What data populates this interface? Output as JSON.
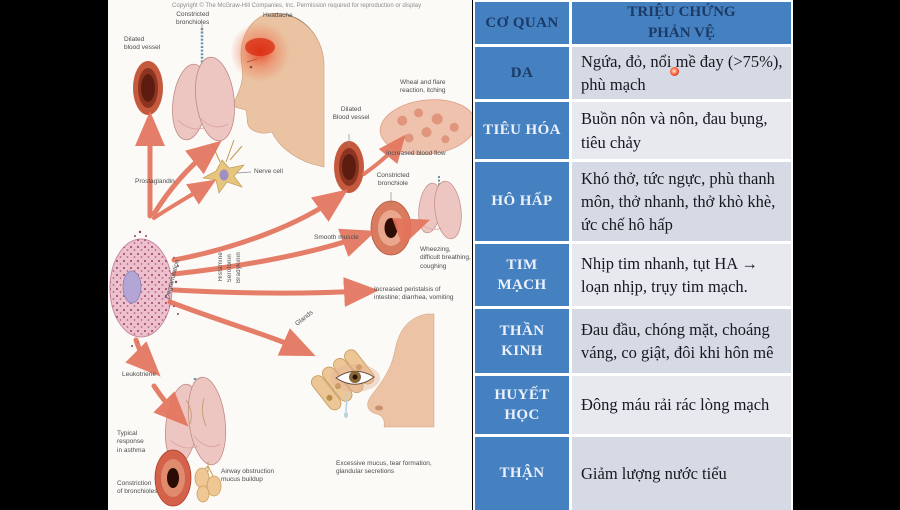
{
  "table": {
    "header": {
      "organ_col": "CƠ QUAN",
      "symptom_col": "TRIỆU CHỨNG\nPHẢN VỆ"
    },
    "rows": [
      {
        "organ": "DA",
        "symptoms": "Ngứa, đỏ, nổi mề đay (>75%), phù mạch"
      },
      {
        "organ": "TIÊU HÓA",
        "symptoms": "Buồn nôn và nôn, đau bụng, tiêu chảy"
      },
      {
        "organ": "HÔ HẤP",
        "symptoms": "Khó thở, tức ngực, phù thanh môn, thở nhanh, thở khò khè, ức chế hô hấp"
      },
      {
        "organ": "TIM\nMẠCH",
        "symptoms": "Nhịp tim nhanh, tụt HA → loạn nhịp, trụy tim mạch."
      },
      {
        "organ": "THẦN\nKINH",
        "symptoms": "Đau đầu, chóng mặt, choáng váng, co giật, đôi khi hôn mê"
      },
      {
        "organ": "HUYẾT\nHỌC",
        "symptoms": "Đông máu rải rác lòng mạch"
      },
      {
        "organ": "THẬN",
        "symptoms": "Giảm lượng nước tiểu"
      }
    ],
    "colors": {
      "header_bg": "#4580c0",
      "header_text": "#1b3a66",
      "organ_text_light": "#ecf1fb",
      "band_dark": "#d6dae5",
      "band_light": "#e7e9ef"
    }
  },
  "pointer": {
    "color": "#d92b12"
  },
  "diagram": {
    "labels": [
      {
        "name": "copyright",
        "text": "Copyright © The McGraw-Hill Companies, Inc. Permission required for reproduction or display"
      },
      {
        "name": "dilated-blood-vessel",
        "text": "Dilated\nblood vessel"
      },
      {
        "name": "constricted-bronchioles",
        "text": "Constricted\nbronchioles"
      },
      {
        "name": "headache",
        "text": "Headache"
      },
      {
        "name": "wheal-and-flare",
        "text": "Wheal and flare\nreaction, itching"
      },
      {
        "name": "dilated-blood-vessel-2",
        "text": "Dilated\nBlood vessel"
      },
      {
        "name": "increased-blood-flow",
        "text": "Increased blood flow"
      },
      {
        "name": "nerve-cell",
        "text": "Nerve cell"
      },
      {
        "name": "prostaglandin",
        "text": "Prostaglandin"
      },
      {
        "name": "constricted-bronchiole",
        "text": "Constricted\nbronchiole"
      },
      {
        "name": "smooth-muscle",
        "text": "Smooth muscle"
      },
      {
        "name": "wheezing",
        "text": "Wheezing,\ndifficult breathing,\ncoughing"
      },
      {
        "name": "increased-peristalsis",
        "text": "Increased peristalsis of\nintestine; diarrhea, vomiting"
      },
      {
        "name": "glands",
        "text": "Glands"
      },
      {
        "name": "leukotriene",
        "text": "Leukotriene"
      },
      {
        "name": "typical-response",
        "text": "Typical\nresponse\nin asthma"
      },
      {
        "name": "airway-obstruction",
        "text": "Airway obstruction\nmucus buildup"
      },
      {
        "name": "constriction-of-bronchioles",
        "text": "Constriction\nof bronchioles"
      },
      {
        "name": "excessive-mucus",
        "text": "Excessive mucus, tear formation,\nglandular secretions"
      },
      {
        "name": "degranulation",
        "text": "Degranulation"
      },
      {
        "name": "histamine",
        "text": "Histamine"
      },
      {
        "name": "serotonin",
        "text": "Serotonin"
      },
      {
        "name": "bradykinin",
        "text": "Bradykinin"
      }
    ]
  }
}
